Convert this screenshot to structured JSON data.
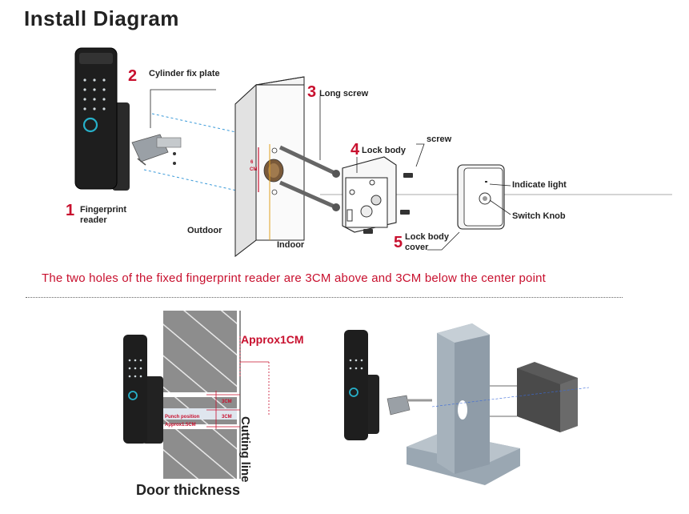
{
  "title": "Install Diagram",
  "steps": [
    {
      "num": "1",
      "label_line1": "Fingerprint",
      "label_line2": "reader"
    },
    {
      "num": "2",
      "label": "Cylinder fix plate"
    },
    {
      "num": "3",
      "label": "Long screw"
    },
    {
      "num": "4",
      "label": "Lock body"
    },
    {
      "num": "5",
      "label_line1": "Lock body",
      "label_line2": "cover"
    }
  ],
  "labels": {
    "screw": "screw",
    "indicate_light": "Indicate light",
    "switch_knob": "Switch Knob",
    "outdoor": "Outdoor",
    "indoor": "Indoor",
    "dim_6": "6",
    "dim_cm": "CM"
  },
  "note": "The two holes of  the fixed fingerprint reader are 3CM above and 3CM below the center point",
  "bottom": {
    "approx": "Approx1CM",
    "cm_upper": "3CM",
    "cm_lower": "3CM",
    "punch_position": "Punch position",
    "approx_15": "Approx1.5CM",
    "cutting_line": "Cutting line",
    "door_thickness": "Door thickness"
  },
  "colors": {
    "accent": "#c8102e",
    "dash_blue": "#3a9ad9",
    "door_gray": "#a9b4bd"
  }
}
